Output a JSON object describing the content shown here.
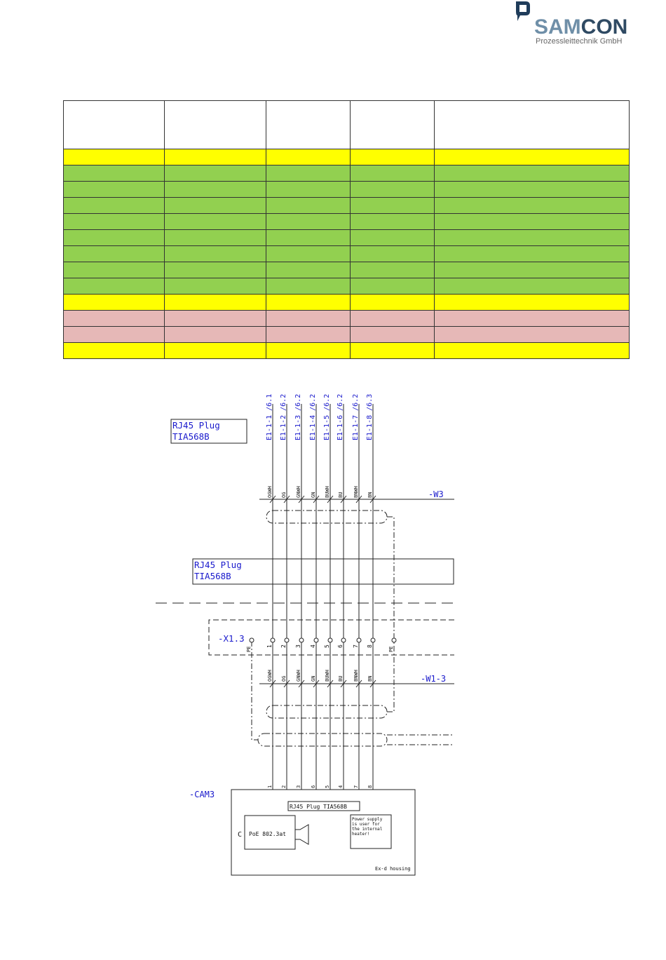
{
  "logo": {
    "name": "SAMCON",
    "sam": "SAM",
    "con": "CON",
    "subtitle": "Prozessleittechnik GmbH",
    "colors": {
      "sam": "#6f8fa8",
      "con": "#2f4a63",
      "mark": "#1f3c5a",
      "subtitle": "#666666"
    }
  },
  "table": {
    "columns": 5,
    "row_colors": [
      "yellow",
      "green",
      "green",
      "green",
      "green",
      "green",
      "green",
      "green",
      "green",
      "yellow",
      "pink",
      "pink",
      "yellow"
    ],
    "colors": {
      "yellow": "#ffff00",
      "green": "#92d050",
      "pink": "#e6b8b7"
    }
  },
  "schematic": {
    "plug_top": {
      "line1": "RJ45 Plug",
      "line2": "TIA568B"
    },
    "plug_mid": {
      "line1": "RJ45 Plug",
      "line2": "TIA568B"
    },
    "references": [
      "E1-1-1 /6.1",
      "E1-1-2 /6.2",
      "E1-1-3 /6.2",
      "E1-1-4 /6.2",
      "E1-1-5 /6.2",
      "E1-1-6 /6.2",
      "E1-1-7 /6.2",
      "E1-1-8 /6.3"
    ],
    "wire_colors": [
      "OGWH",
      "OG",
      "GNWH",
      "GN",
      "BUWH",
      "BU",
      "BNWH",
      "BN"
    ],
    "cable_w3": "-W3",
    "terminal": "-X1.3",
    "terminal_numbers": [
      "1",
      "2",
      "3",
      "4",
      "5",
      "6",
      "7",
      "8"
    ],
    "pe": "PE",
    "cable_w13": "-W1-3",
    "cam_pins": [
      "1",
      "2",
      "3",
      "6",
      "5",
      "4",
      "7",
      "8"
    ],
    "camera": "-CAM3",
    "cam_plug": "RJ45 Plug TIA568B",
    "poe": "PoE 802.3at",
    "poe_mark": "C",
    "note": [
      "Power supply",
      "is user for",
      "the internal",
      "heater!"
    ],
    "housing": "Ex-d housing",
    "ink": "#1a1acc",
    "line": "#222222"
  }
}
